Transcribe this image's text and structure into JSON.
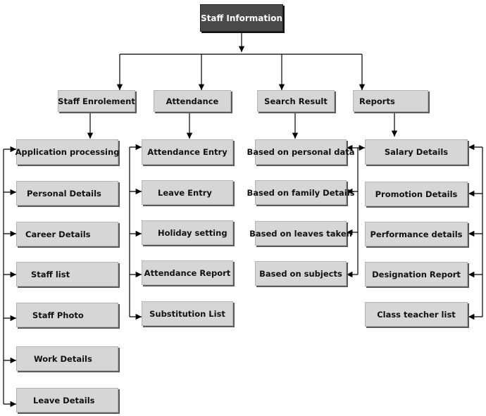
{
  "root": "Staff Information",
  "columns": [
    {
      "title": "Staff Enrolement",
      "items": [
        "Application processing",
        "Personal Details",
        "Career Details",
        "Staff list",
        "Staff Photo",
        "Work Details",
        "Leave Details"
      ]
    },
    {
      "title": "Attendance",
      "items": [
        "Attendance Entry",
        "Leave Entry",
        "Holiday setting",
        "Attendance Report",
        "Substitution List"
      ]
    },
    {
      "title": "Search Result",
      "items": [
        "Based on personal data",
        "Based on family Details",
        "Based on leaves taken",
        "Based on subjects"
      ]
    },
    {
      "title": "Reports",
      "items": [
        "Salary Details",
        "Promotion Details",
        "Performance details",
        "Designation Report",
        "Class teacher list"
      ]
    }
  ],
  "colors": {
    "root_fill": "#4a4a4a",
    "box_fill": "#d6d6d6",
    "shadow": "#5a5a5a",
    "line": "#000000"
  }
}
